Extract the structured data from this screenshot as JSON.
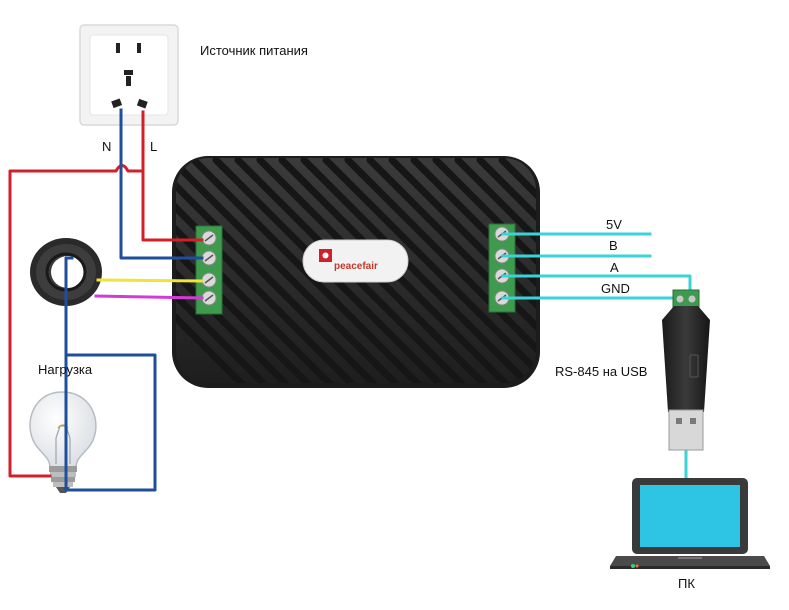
{
  "labels": {
    "power_source": "Источник питания",
    "neutral": "N",
    "live": "L",
    "load": "Нагрузка",
    "pin_5v": "5V",
    "pin_b": "B",
    "pin_a": "A",
    "pin_gnd": "GND",
    "adapter": "RS-845 на USB",
    "pc": "ПК"
  },
  "brand": "peacefair",
  "colors": {
    "live_wire": "#d2202a",
    "neutral_wire": "#1f4f9c",
    "signal_yellow": "#f0e43a",
    "signal_magenta": "#d43ad8",
    "data_cyan": "#39d3d8",
    "meter_body": "#2f2f2f",
    "terminal_green": "#3e9a4d"
  }
}
